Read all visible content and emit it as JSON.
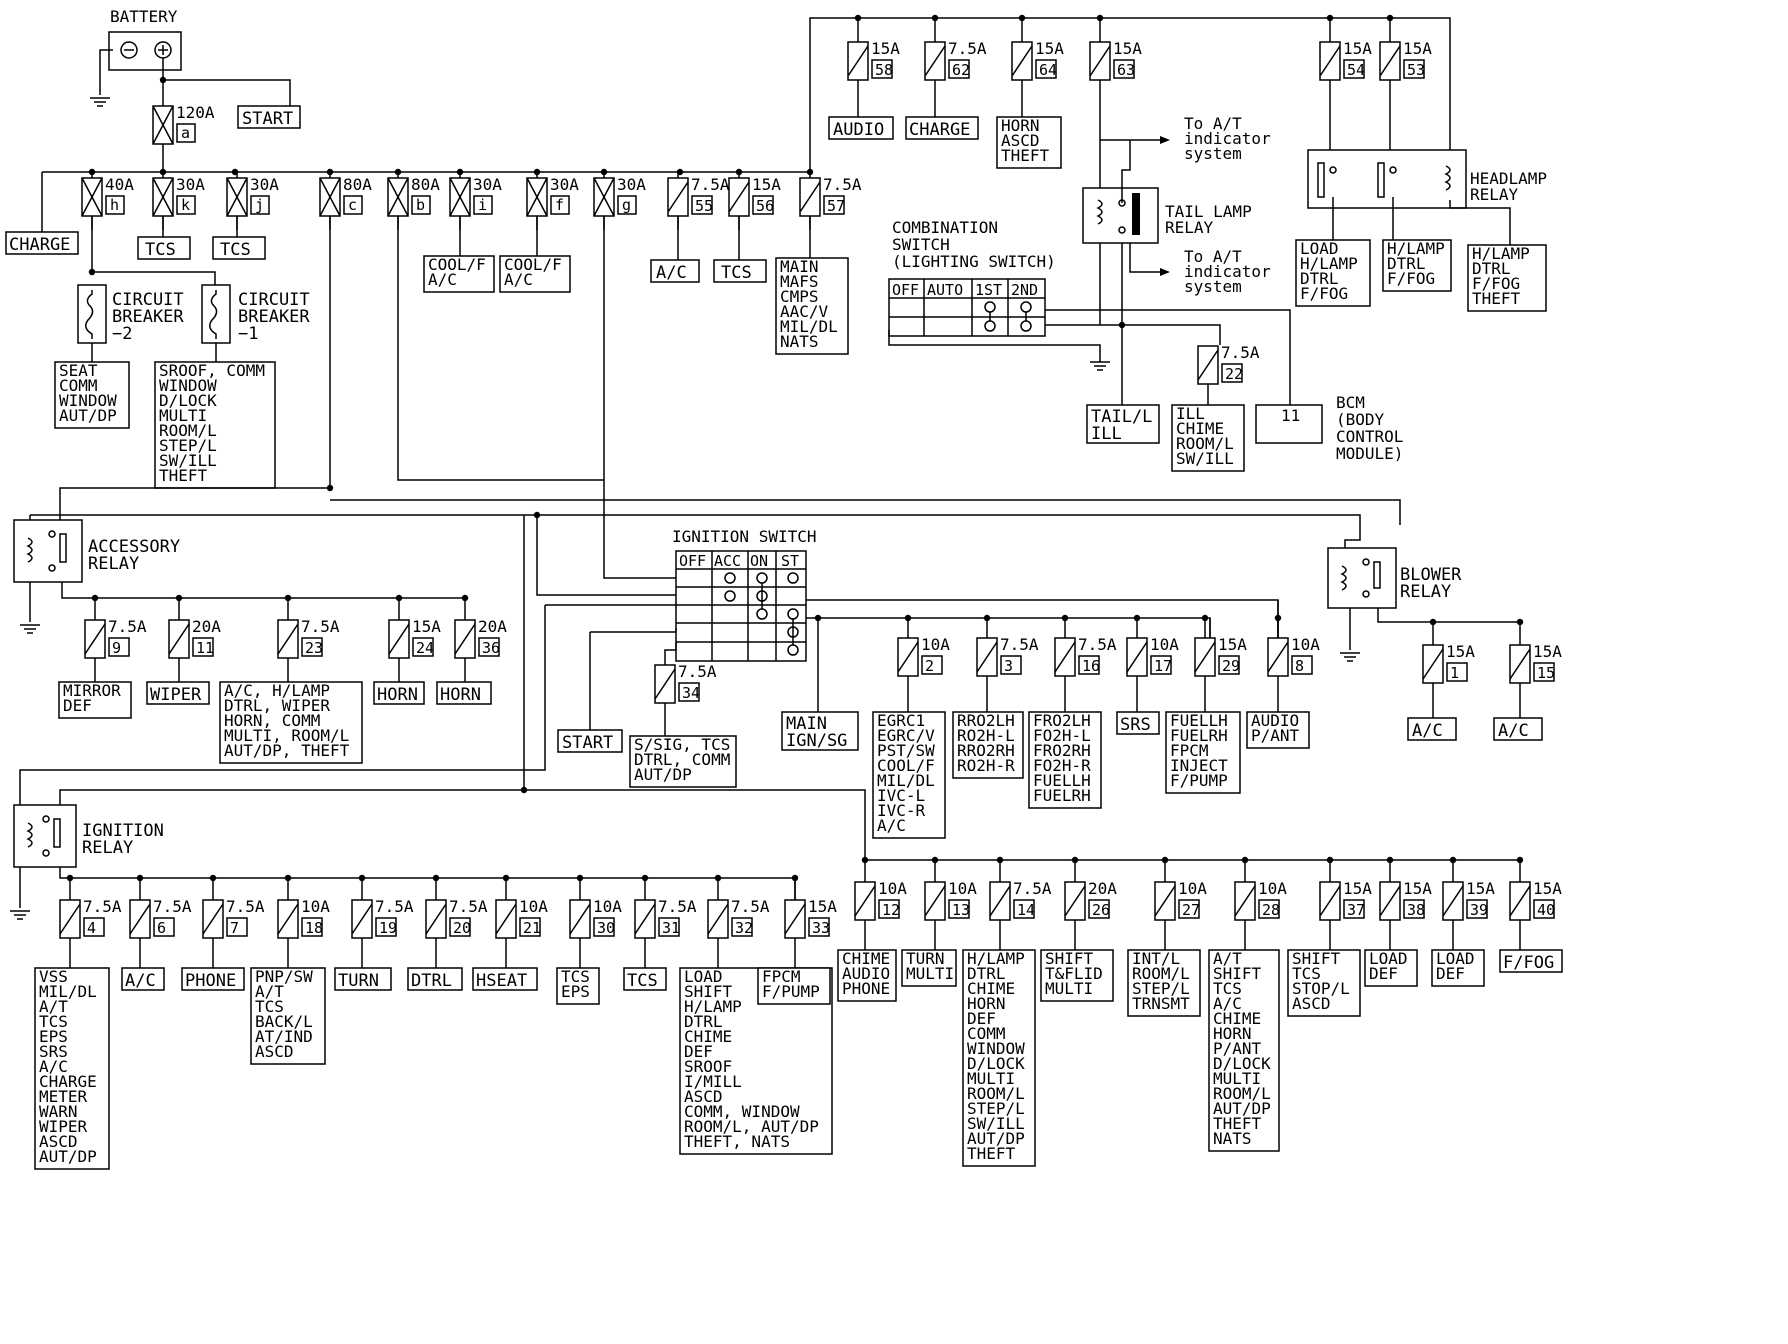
{
  "battery": {
    "label": "BATTERY",
    "main_fuse": "120A",
    "main_fuse_id": "a",
    "start": "START"
  },
  "top_fuses": [
    {
      "rating": "40A",
      "id": "h"
    },
    {
      "rating": "30A",
      "id": "k"
    },
    {
      "rating": "30A",
      "id": "j"
    },
    {
      "rating": "80A",
      "id": "c"
    },
    {
      "rating": "80A",
      "id": "b"
    },
    {
      "rating": "30A",
      "id": "i"
    },
    {
      "rating": "30A",
      "id": "f"
    },
    {
      "rating": "30A",
      "id": "g"
    },
    {
      "rating": "7.5A",
      "id": "55"
    },
    {
      "rating": "15A",
      "id": "56"
    },
    {
      "rating": "7.5A",
      "id": "57"
    }
  ],
  "top_loads": {
    "charge": "CHARGE",
    "tcs_k": "TCS",
    "tcs_j": "TCS",
    "cool_i": [
      "COOL/F",
      "A/C"
    ],
    "cool_f": [
      "COOL/F",
      "A/C"
    ],
    "ac_55": "A/C",
    "tcs_56": "TCS",
    "f57": [
      "MAIN",
      "MAFS",
      "CMPS",
      "AAC/V",
      "MIL/DL",
      "NATS"
    ]
  },
  "breakers": {
    "cb2": [
      "CIRCUIT",
      "BREAKER",
      "−2"
    ],
    "cb1": [
      "CIRCUIT",
      "BREAKER",
      "−1"
    ],
    "cb2_loads": [
      "SEAT",
      "COMM",
      "WINDOW",
      "AUT/DP"
    ],
    "cb1_loads": [
      "SROOF, COMM",
      "WINDOW",
      "D/LOCK",
      "MULTI",
      "ROOM/L",
      "STEP/L",
      "SW/ILL",
      "THEFT"
    ]
  },
  "right_fuses": [
    {
      "rating": "15A",
      "id": "58",
      "loads": [
        "AUDIO"
      ]
    },
    {
      "rating": "7.5A",
      "id": "62",
      "loads": [
        "CHARGE"
      ]
    },
    {
      "rating": "15A",
      "id": "64",
      "loads": [
        "HORN",
        "ASCD",
        "THEFT"
      ]
    },
    {
      "rating": "15A",
      "id": "63"
    },
    {
      "rating": "15A",
      "id": "54"
    },
    {
      "rating": "15A",
      "id": "53"
    }
  ],
  "tail_lamp": {
    "to_at_1": [
      "To A/T",
      "indicator",
      "system"
    ],
    "relay": [
      "TAIL LAMP",
      "RELAY"
    ],
    "to_at_2": [
      "To A/T",
      "indicator",
      "system"
    ]
  },
  "headlamp": {
    "relay": [
      "HEADLAMP",
      "RELAY"
    ],
    "loads_54": [
      "LOAD",
      "H/LAMP",
      "DTRL",
      "F/FOG"
    ],
    "loads_53": [
      "H/LAMP",
      "DTRL",
      "F/FOG"
    ],
    "loads_coil": [
      "H/LAMP",
      "DTRL",
      "F/FOG",
      "THEFT"
    ]
  },
  "combination_switch": {
    "title": [
      "COMBINATION",
      "SWITCH",
      "(LIGHTING SWITCH)"
    ],
    "columns": [
      "OFF",
      "AUTO",
      "1ST",
      "2ND"
    ]
  },
  "lighting_loads": {
    "tail": [
      "TAIL/L",
      "ILL"
    ],
    "fuse22": {
      "rating": "7.5A",
      "id": "22",
      "loads": [
        "ILL",
        "CHIME",
        "ROOM/L",
        "SW/ILL"
      ]
    },
    "bcm_pin": "11",
    "bcm": [
      "BCM",
      "(BODY",
      "CONTROL",
      "MODULE)"
    ]
  },
  "accessory_relay": {
    "label": [
      "ACCESSORY",
      "RELAY"
    ],
    "fuses": [
      {
        "rating": "7.5A",
        "id": "9",
        "loads": [
          "MIRROR",
          "DEF"
        ]
      },
      {
        "rating": "20A",
        "id": "11",
        "loads": [
          "WIPER"
        ]
      },
      {
        "rating": "7.5A",
        "id": "23",
        "loads": [
          "A/C, H/LAMP",
          "DTRL, WIPER",
          "HORN, COMM",
          "MULTI, ROOM/L",
          "AUT/DP, THEFT"
        ]
      },
      {
        "rating": "15A",
        "id": "24",
        "loads": [
          "HORN"
        ]
      },
      {
        "rating": "20A",
        "id": "36",
        "loads": [
          "HORN"
        ]
      }
    ]
  },
  "ignition_switch": {
    "title": "IGNITION SWITCH",
    "columns": [
      "OFF",
      "ACC",
      "ON",
      "ST"
    ],
    "start": "START",
    "fuse34": {
      "rating": "7.5A",
      "id": "34",
      "loads": [
        "S/SIG, TCS",
        "DTRL, COMM",
        "AUT/DP"
      ]
    },
    "main_ign": [
      "MAIN",
      "IGN/SG"
    ],
    "fuses": [
      {
        "rating": "10A",
        "id": "2",
        "loads": [
          "EGRC1",
          "EGRC/V",
          "PST/SW",
          "COOL/F",
          "MIL/DL",
          "IVC-L",
          "IVC-R",
          "A/C"
        ]
      },
      {
        "rating": "7.5A",
        "id": "3",
        "loads": [
          "RRO2LH",
          "RO2H-L",
          "RRO2RH",
          "RO2H-R"
        ]
      },
      {
        "rating": "7.5A",
        "id": "16",
        "loads": [
          "FRO2LH",
          "FO2H-L",
          "FRO2RH",
          "FO2H-R",
          "FUELLH",
          "FUELRH"
        ]
      },
      {
        "rating": "10A",
        "id": "17",
        "loads": [
          "SRS"
        ]
      },
      {
        "rating": "15A",
        "id": "29",
        "loads": [
          "FUELLH",
          "FUELRH",
          "FPCM",
          "INJECT",
          "F/PUMP"
        ]
      },
      {
        "rating": "10A",
        "id": "8",
        "loads": [
          "AUDIO",
          "P/ANT"
        ]
      }
    ]
  },
  "blower_relay": {
    "label": [
      "BLOWER",
      "RELAY"
    ],
    "fuses": [
      {
        "rating": "15A",
        "id": "1",
        "loads": [
          "A/C"
        ]
      },
      {
        "rating": "15A",
        "id": "15",
        "loads": [
          "A/C"
        ]
      }
    ]
  },
  "ignition_relay": {
    "label": [
      "IGNITION",
      "RELAY"
    ],
    "fuses": [
      {
        "rating": "7.5A",
        "id": "4",
        "loads": [
          "VSS",
          "MIL/DL",
          "A/T",
          "TCS",
          "EPS",
          "SRS",
          "A/C",
          "CHARGE",
          "METER",
          "WARN",
          "WIPER",
          "ASCD",
          "AUT/DP"
        ]
      },
      {
        "rating": "7.5A",
        "id": "6",
        "loads": [
          "A/C"
        ]
      },
      {
        "rating": "7.5A",
        "id": "7",
        "loads": [
          "PHONE"
        ]
      },
      {
        "rating": "10A",
        "id": "18",
        "loads": [
          "PNP/SW",
          "A/T",
          "TCS",
          "BACK/L",
          "AT/IND",
          "ASCD"
        ]
      },
      {
        "rating": "7.5A",
        "id": "19",
        "loads": [
          "TURN"
        ]
      },
      {
        "rating": "7.5A",
        "id": "20",
        "loads": [
          "DTRL"
        ]
      },
      {
        "rating": "10A",
        "id": "21",
        "loads": [
          "HSEAT"
        ]
      },
      {
        "rating": "10A",
        "id": "30",
        "loads": [
          "TCS",
          "EPS"
        ]
      },
      {
        "rating": "7.5A",
        "id": "31",
        "loads": [
          "TCS"
        ]
      },
      {
        "rating": "7.5A",
        "id": "32",
        "loads": [
          "LOAD",
          "SHIFT",
          "H/LAMP",
          "DTRL",
          "CHIME",
          "DEF",
          "SROOF",
          "I/MILL",
          "ASCD",
          "COMM, WINDOW",
          "ROOM/L, AUT/DP",
          "THEFT, NATS"
        ]
      },
      {
        "rating": "15A",
        "id": "33",
        "loads": [
          "FPCM",
          "F/PUMP"
        ]
      }
    ],
    "fuses_right": [
      {
        "rating": "10A",
        "id": "12",
        "loads": [
          "CHIME",
          "AUDIO",
          "PHONE"
        ]
      },
      {
        "rating": "10A",
        "id": "13",
        "loads": [
          "TURN",
          "MULTI"
        ]
      },
      {
        "rating": "7.5A",
        "id": "14",
        "loads": [
          "H/LAMP",
          "DTRL",
          "CHIME",
          "HORN",
          "DEF",
          "COMM",
          "WINDOW",
          "D/LOCK",
          "MULTI",
          "ROOM/L",
          "STEP/L",
          "SW/ILL",
          "AUT/DP",
          "THEFT"
        ]
      },
      {
        "rating": "20A",
        "id": "26",
        "loads": [
          "SHIFT",
          "T&FLID",
          "MULTI"
        ]
      },
      {
        "rating": "10A",
        "id": "27",
        "loads": [
          "INT/L",
          "ROOM/L",
          "STEP/L",
          "TRNSMT"
        ]
      },
      {
        "rating": "10A",
        "id": "28",
        "loads": [
          "A/T",
          "SHIFT",
          "TCS",
          "A/C",
          "CHIME",
          "HORN",
          "P/ANT",
          "D/LOCK",
          "MULTI",
          "ROOM/L",
          "AUT/DP",
          "THEFT",
          "NATS"
        ]
      },
      {
        "rating": "15A",
        "id": "37",
        "loads": [
          "SHIFT",
          "TCS",
          "STOP/L",
          "ASCD"
        ]
      },
      {
        "rating": "15A",
        "id": "38",
        "loads": [
          "LOAD",
          "DEF"
        ]
      },
      {
        "rating": "15A",
        "id": "39",
        "loads": [
          "LOAD",
          "DEF"
        ]
      },
      {
        "rating": "15A",
        "id": "40",
        "loads": [
          "F/FOG"
        ]
      }
    ]
  }
}
